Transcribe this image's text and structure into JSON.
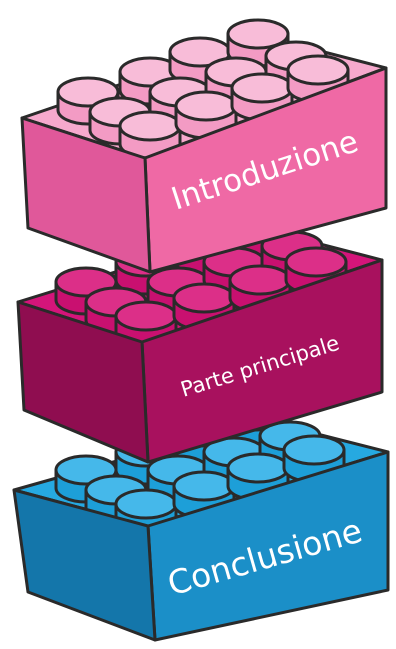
{
  "bricks": [
    {
      "label": "Introduzione",
      "colors": {
        "top": "#f6a9cd",
        "stud": "#f39bc4",
        "stud_top": "#f8bcd8",
        "front": "#ef69a5",
        "side": "#e0589a"
      }
    },
    {
      "label": "Parte principale",
      "colors": {
        "top": "#d4157a",
        "stud": "#c91070",
        "stud_top": "#dc2f88",
        "front": "#a8115e",
        "side": "#8f0d50"
      }
    },
    {
      "label": "Conclusione",
      "colors": {
        "top": "#26a9e1",
        "stud": "#1d9fd8",
        "stud_top": "#45b8ea",
        "front": "#1b8fc8",
        "side": "#1476aa"
      }
    }
  ],
  "outline_color": "#2a2a2a"
}
